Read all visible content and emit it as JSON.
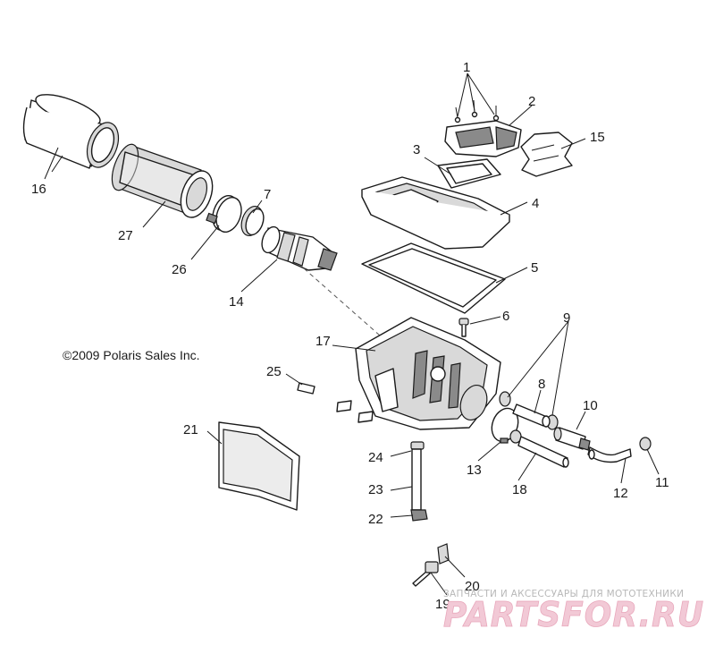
{
  "copyright": "©2009 Polaris Sales Inc.",
  "callouts": [
    "1",
    "2",
    "3",
    "4",
    "5",
    "6",
    "7",
    "8",
    "9",
    "10",
    "11",
    "12",
    "13",
    "14",
    "15",
    "16",
    "17",
    "18",
    "19",
    "20",
    "21",
    "22",
    "23",
    "24",
    "25",
    "26",
    "27"
  ],
  "watermark": {
    "tagline": "ЗАПЧАСТИ И АКСЕССУАРЫ ДЛЯ МОТОТЕХНИКИ",
    "logo": "PARTSFOR.RU"
  }
}
